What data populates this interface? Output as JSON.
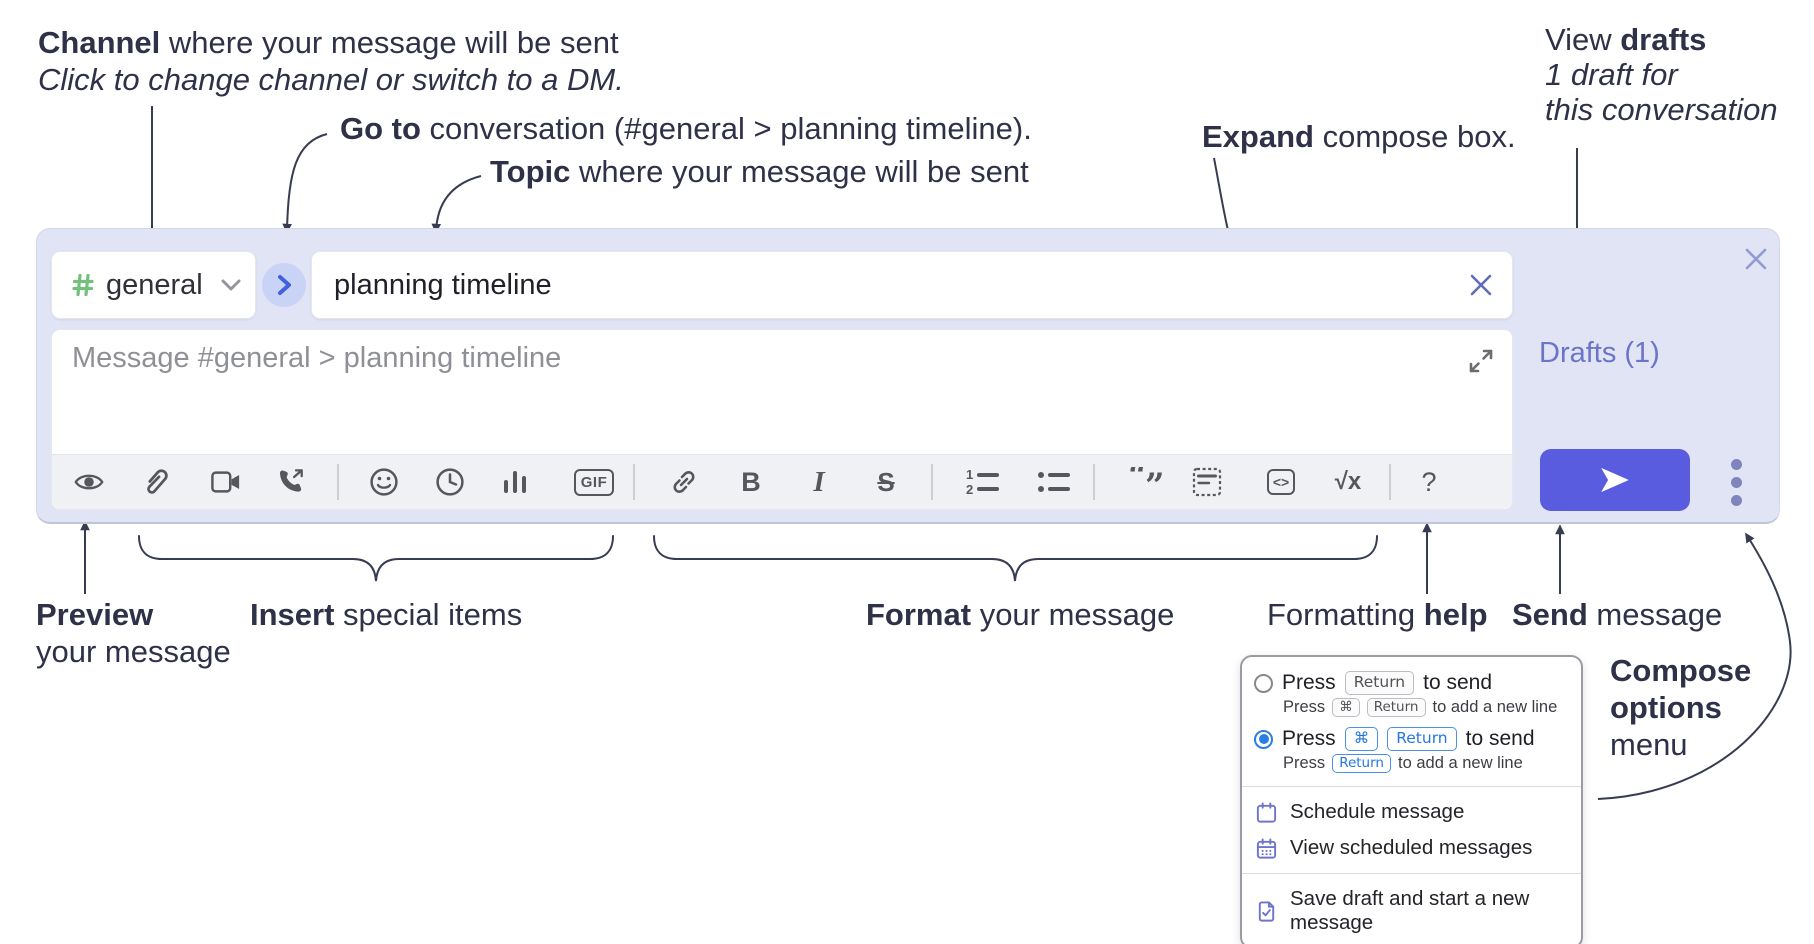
{
  "annotations": {
    "channel_title_bold": "Channel",
    "channel_title_rest": " where your message will be sent",
    "channel_subtitle": "Click to change channel or switch to a DM.",
    "goto_bold": "Go to",
    "goto_rest": " conversation (#general > planning timeline).",
    "topic_bold": "Topic",
    "topic_rest": " where your message will be sent",
    "expand_bold": "Expand",
    "expand_rest": " compose box.",
    "view_drafts_pre": "View ",
    "view_drafts_bold": "drafts",
    "view_drafts_line2": "1 draft for",
    "view_drafts_line3": "this conversation",
    "preview_bold": "Preview",
    "preview_line2": "your message",
    "insert_bold": "Insert",
    "insert_rest": " special items",
    "format_bold": "Format",
    "format_rest": " your message",
    "help_pre": "Formatting ",
    "help_bold": "help",
    "send_bold": "Send",
    "send_rest": " message",
    "options_line1": "Compose",
    "options_line2": "options",
    "options_line3": "menu"
  },
  "compose": {
    "channel_name": "general",
    "topic_value": "planning timeline",
    "message_placeholder": "Message #general > planning timeline",
    "drafts_link": "Drafts (1)",
    "toolbar": {
      "gif": "GIF",
      "bold": "B",
      "italic": "I",
      "strike": "S",
      "code": "<>",
      "math": "√x",
      "help": "?"
    }
  },
  "options_menu": {
    "enter_sends": {
      "press": "Press",
      "key": "Return",
      "suffix": "to send",
      "sub_press": "Press",
      "sub_key1": "⌘",
      "sub_key2": "Return",
      "sub_suffix": "to add a new line"
    },
    "cmd_enter_sends": {
      "press": "Press",
      "key1": "⌘",
      "key2": "Return",
      "suffix": "to send",
      "sub_press": "Press",
      "sub_key": "Return",
      "sub_suffix": "to add a new line"
    },
    "schedule": "Schedule message",
    "view_scheduled": "View scheduled messages",
    "save_draft": "Save draft and start a new message"
  },
  "colors": {
    "send_accent": "#5a5ce0",
    "compose_bg": "#e0e4f4",
    "drafts_link": "#6b74c8",
    "hash_green": "#74bf7c",
    "radio_selected": "#2a7de1",
    "kbd_blue": "#2577dd",
    "menu_icon_purple": "#6f75ca",
    "annotation_ink": "#2e3147"
  }
}
